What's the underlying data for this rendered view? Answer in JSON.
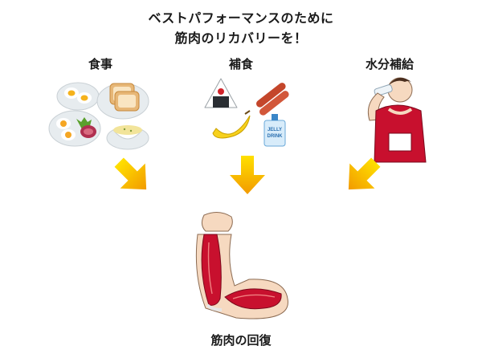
{
  "headline": {
    "line1": "ベストパフォーマンスのために",
    "line2": "筋肉のリカバリーを！"
  },
  "sources": [
    {
      "label": "食事"
    },
    {
      "label": "補食"
    },
    {
      "label": "水分補給"
    }
  ],
  "result": {
    "label": "筋肉の回復"
  },
  "jelly_drink_text": [
    "JELLY",
    "DRINK"
  ],
  "colors": {
    "arrow_light": "#ffe000",
    "arrow_dark": "#f29a00",
    "muscle": "#c8102e",
    "skin": "#f6d9c0",
    "runner_shirt": "#c8102e"
  }
}
